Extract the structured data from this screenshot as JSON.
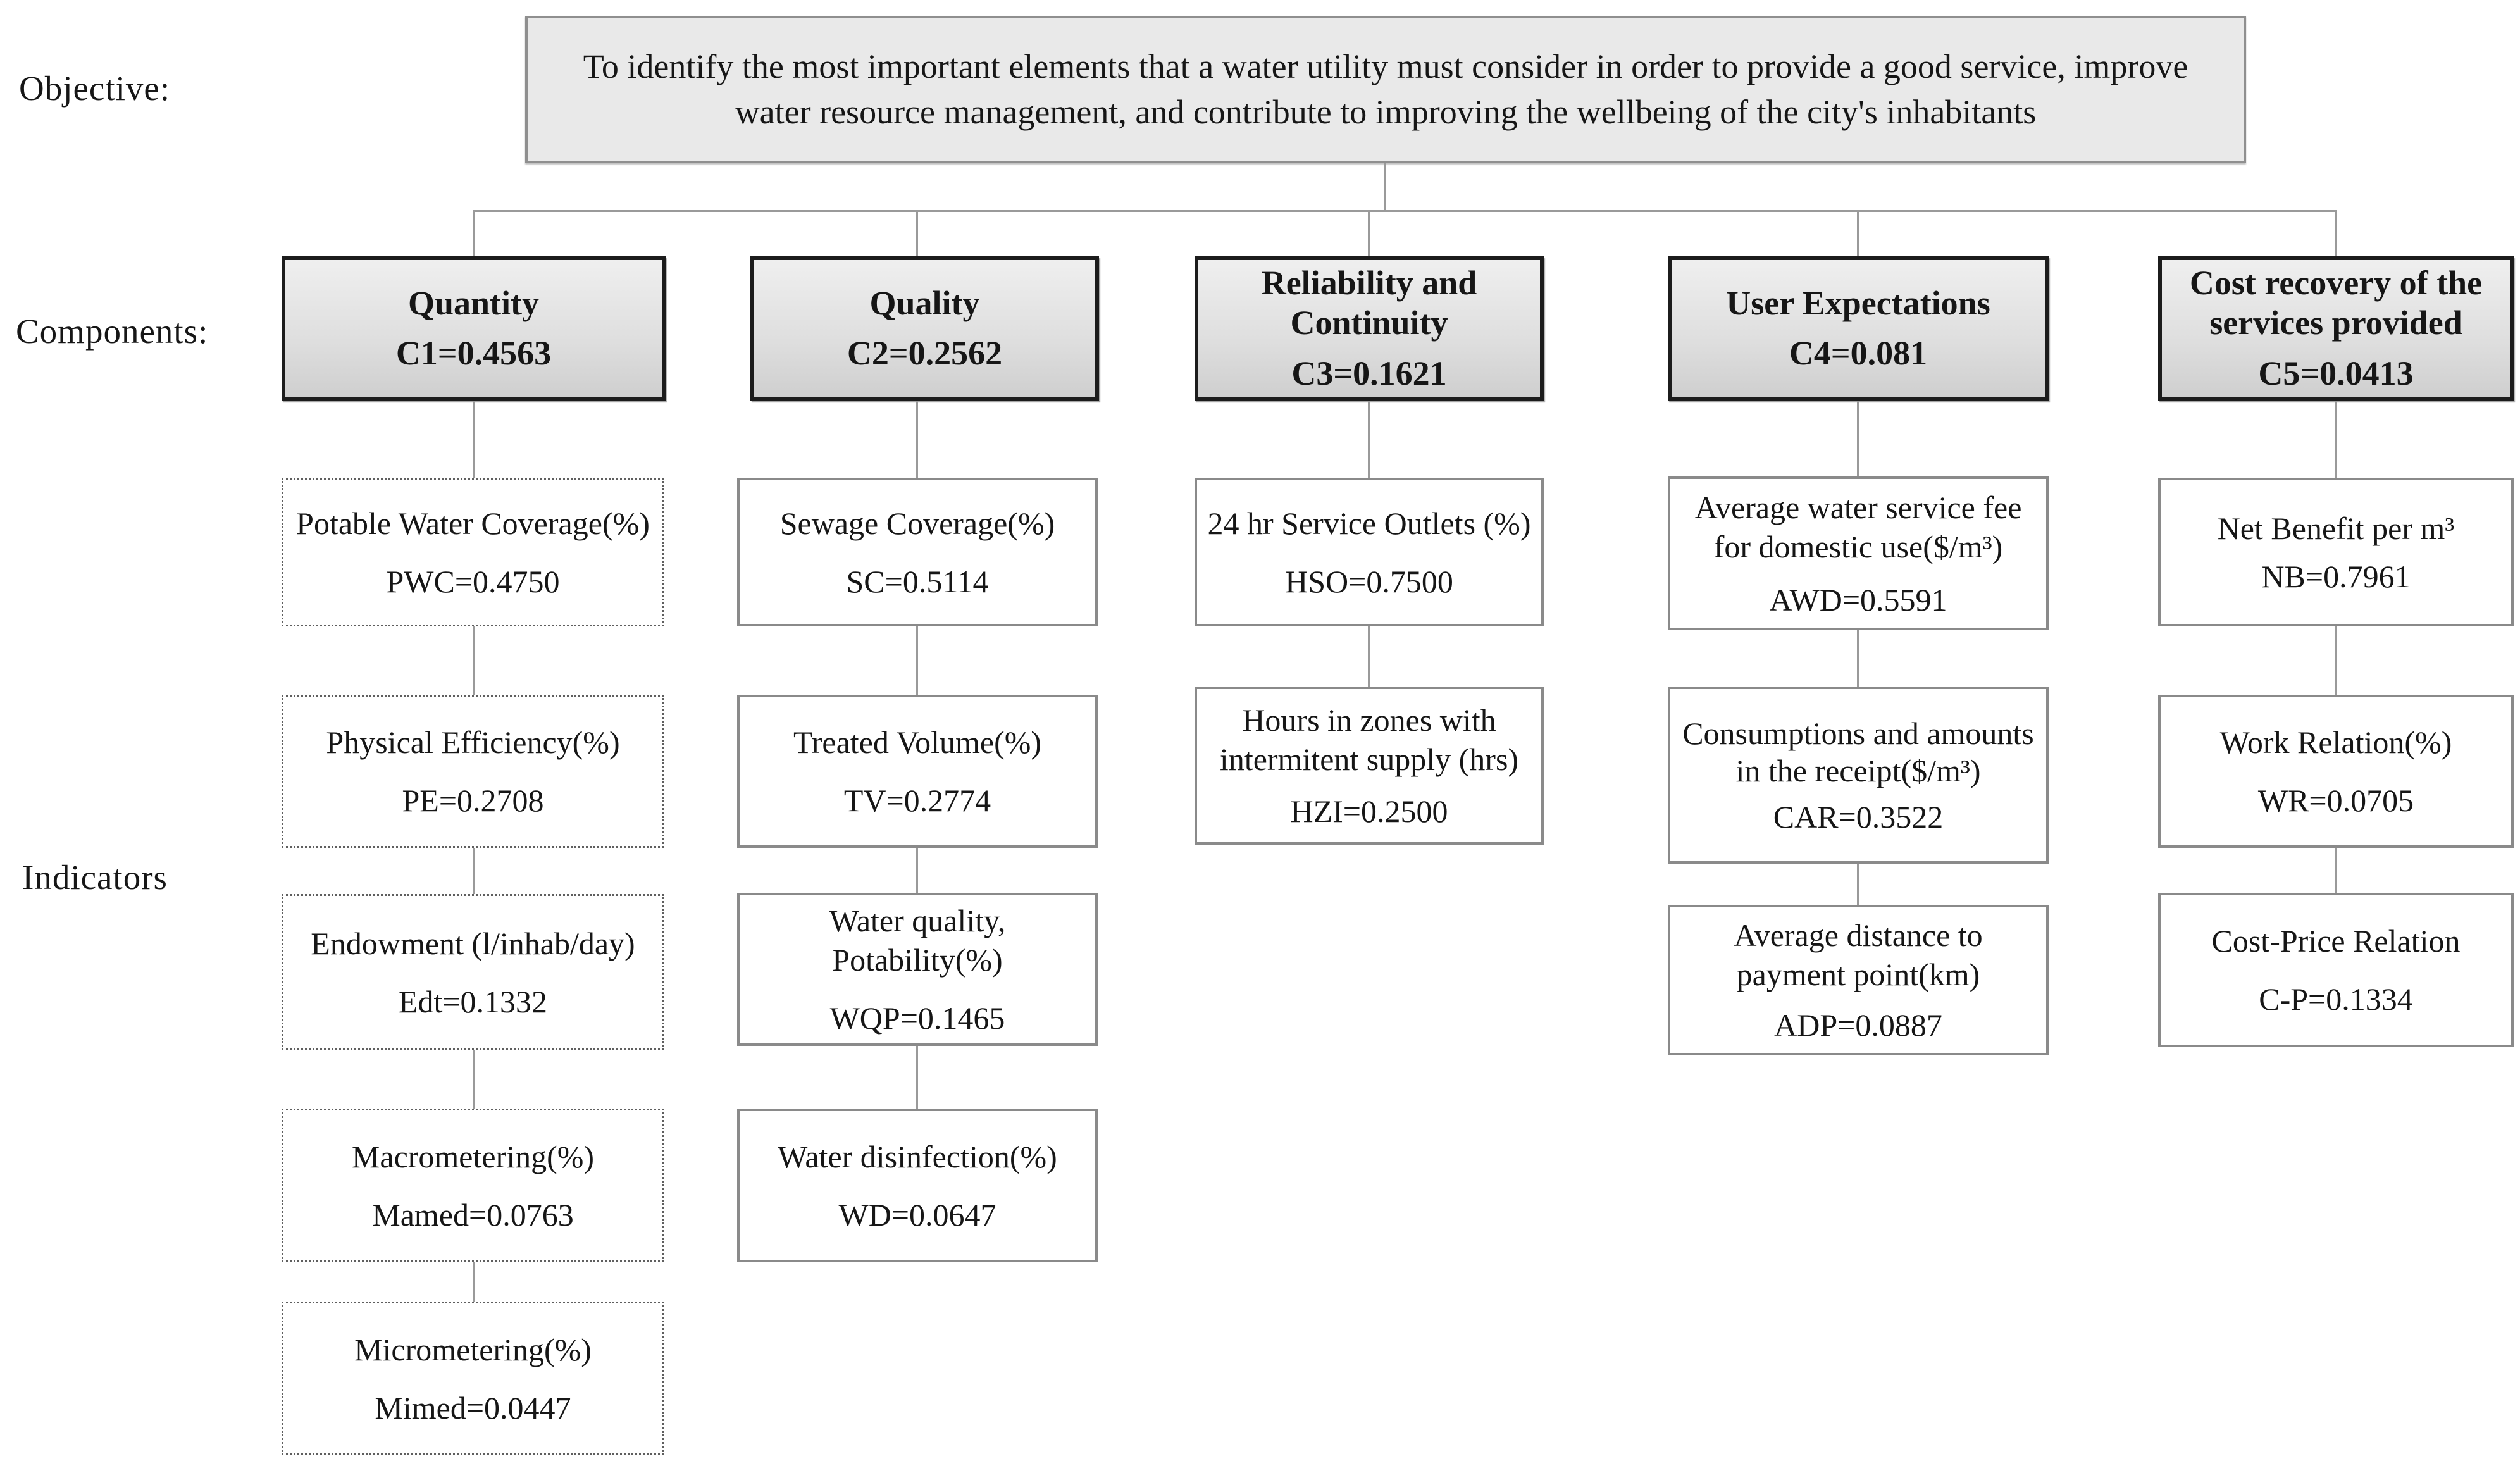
{
  "labels": {
    "objective": "Objective:",
    "components": "Components:",
    "indicators": "Indicators"
  },
  "objective": {
    "text": "To identify the most important elements that a water utility must consider in order to provide a good service, improve water resource management, and contribute to improving the wellbeing of the city's inhabitants"
  },
  "components": [
    {
      "title": "Quantity",
      "value": "C1=0.4563"
    },
    {
      "title": "Quality",
      "value": "C2=0.2562"
    },
    {
      "title": "Reliability and Continuity",
      "value": "C3=0.1621"
    },
    {
      "title": "User Expectations",
      "value": "C4=0.081"
    },
    {
      "title": "Cost recovery of the services provided",
      "value": "C5=0.0413"
    }
  ],
  "indicators": {
    "quantity": [
      {
        "title": "Potable Water Coverage(%)",
        "value": "PWC=0.4750"
      },
      {
        "title": "Physical Efficiency(%)",
        "value": "PE=0.2708"
      },
      {
        "title": "Endowment (l/inhab/day)",
        "value": "Edt=0.1332"
      },
      {
        "title": "Macrometering(%)",
        "value": "Mamed=0.0763"
      },
      {
        "title": "Micrometering(%)",
        "value": "Mimed=0.0447"
      }
    ],
    "quality": [
      {
        "title": "Sewage Coverage(%)",
        "value": "SC=0.5114"
      },
      {
        "title": "Treated Volume(%)",
        "value": "TV=0.2774"
      },
      {
        "title": "Water quality, Potability(%)",
        "value": "WQP=0.1465"
      },
      {
        "title": "Water disinfection(%)",
        "value": "WD=0.0647"
      }
    ],
    "reliability": [
      {
        "title": "24 hr Service Outlets (%)",
        "value": "HSO=0.7500"
      },
      {
        "title": "Hours in zones with intermitent supply (hrs)",
        "value": "HZI=0.2500"
      }
    ],
    "user_expectations": [
      {
        "title": "Average water service fee for domestic use($/m³)",
        "value": "AWD=0.5591"
      },
      {
        "title": "Consumptions and amounts in the receipt($/m³)",
        "value": "CAR=0.3522"
      },
      {
        "title": "Average distance to payment point(km)",
        "value": "ADP=0.0887"
      }
    ],
    "cost_recovery": [
      {
        "title": "Net Benefit per m³",
        "value": "NB=0.7961"
      },
      {
        "title": "Work Relation(%)",
        "value": "WR=0.0705"
      },
      {
        "title": "Cost-Price Relation",
        "value": "C-P=0.1334"
      }
    ]
  }
}
